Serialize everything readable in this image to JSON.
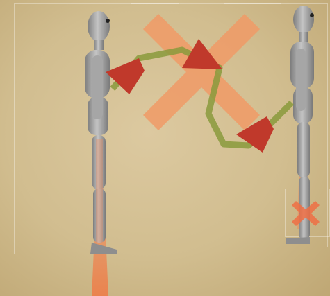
{
  "scene": {
    "description_icons": [
      "mannequin-left",
      "mannequin-right",
      "large-cross-mark",
      "small-cross-mark",
      "gaze-arrow"
    ],
    "colors": {
      "background": "#d6c395",
      "mannequin": "#9c9c9c",
      "cross": "#f0a070",
      "arrow_green": "#8a9a3c",
      "arrow_red": "#c0392b",
      "beam": "#f08a5a"
    }
  }
}
